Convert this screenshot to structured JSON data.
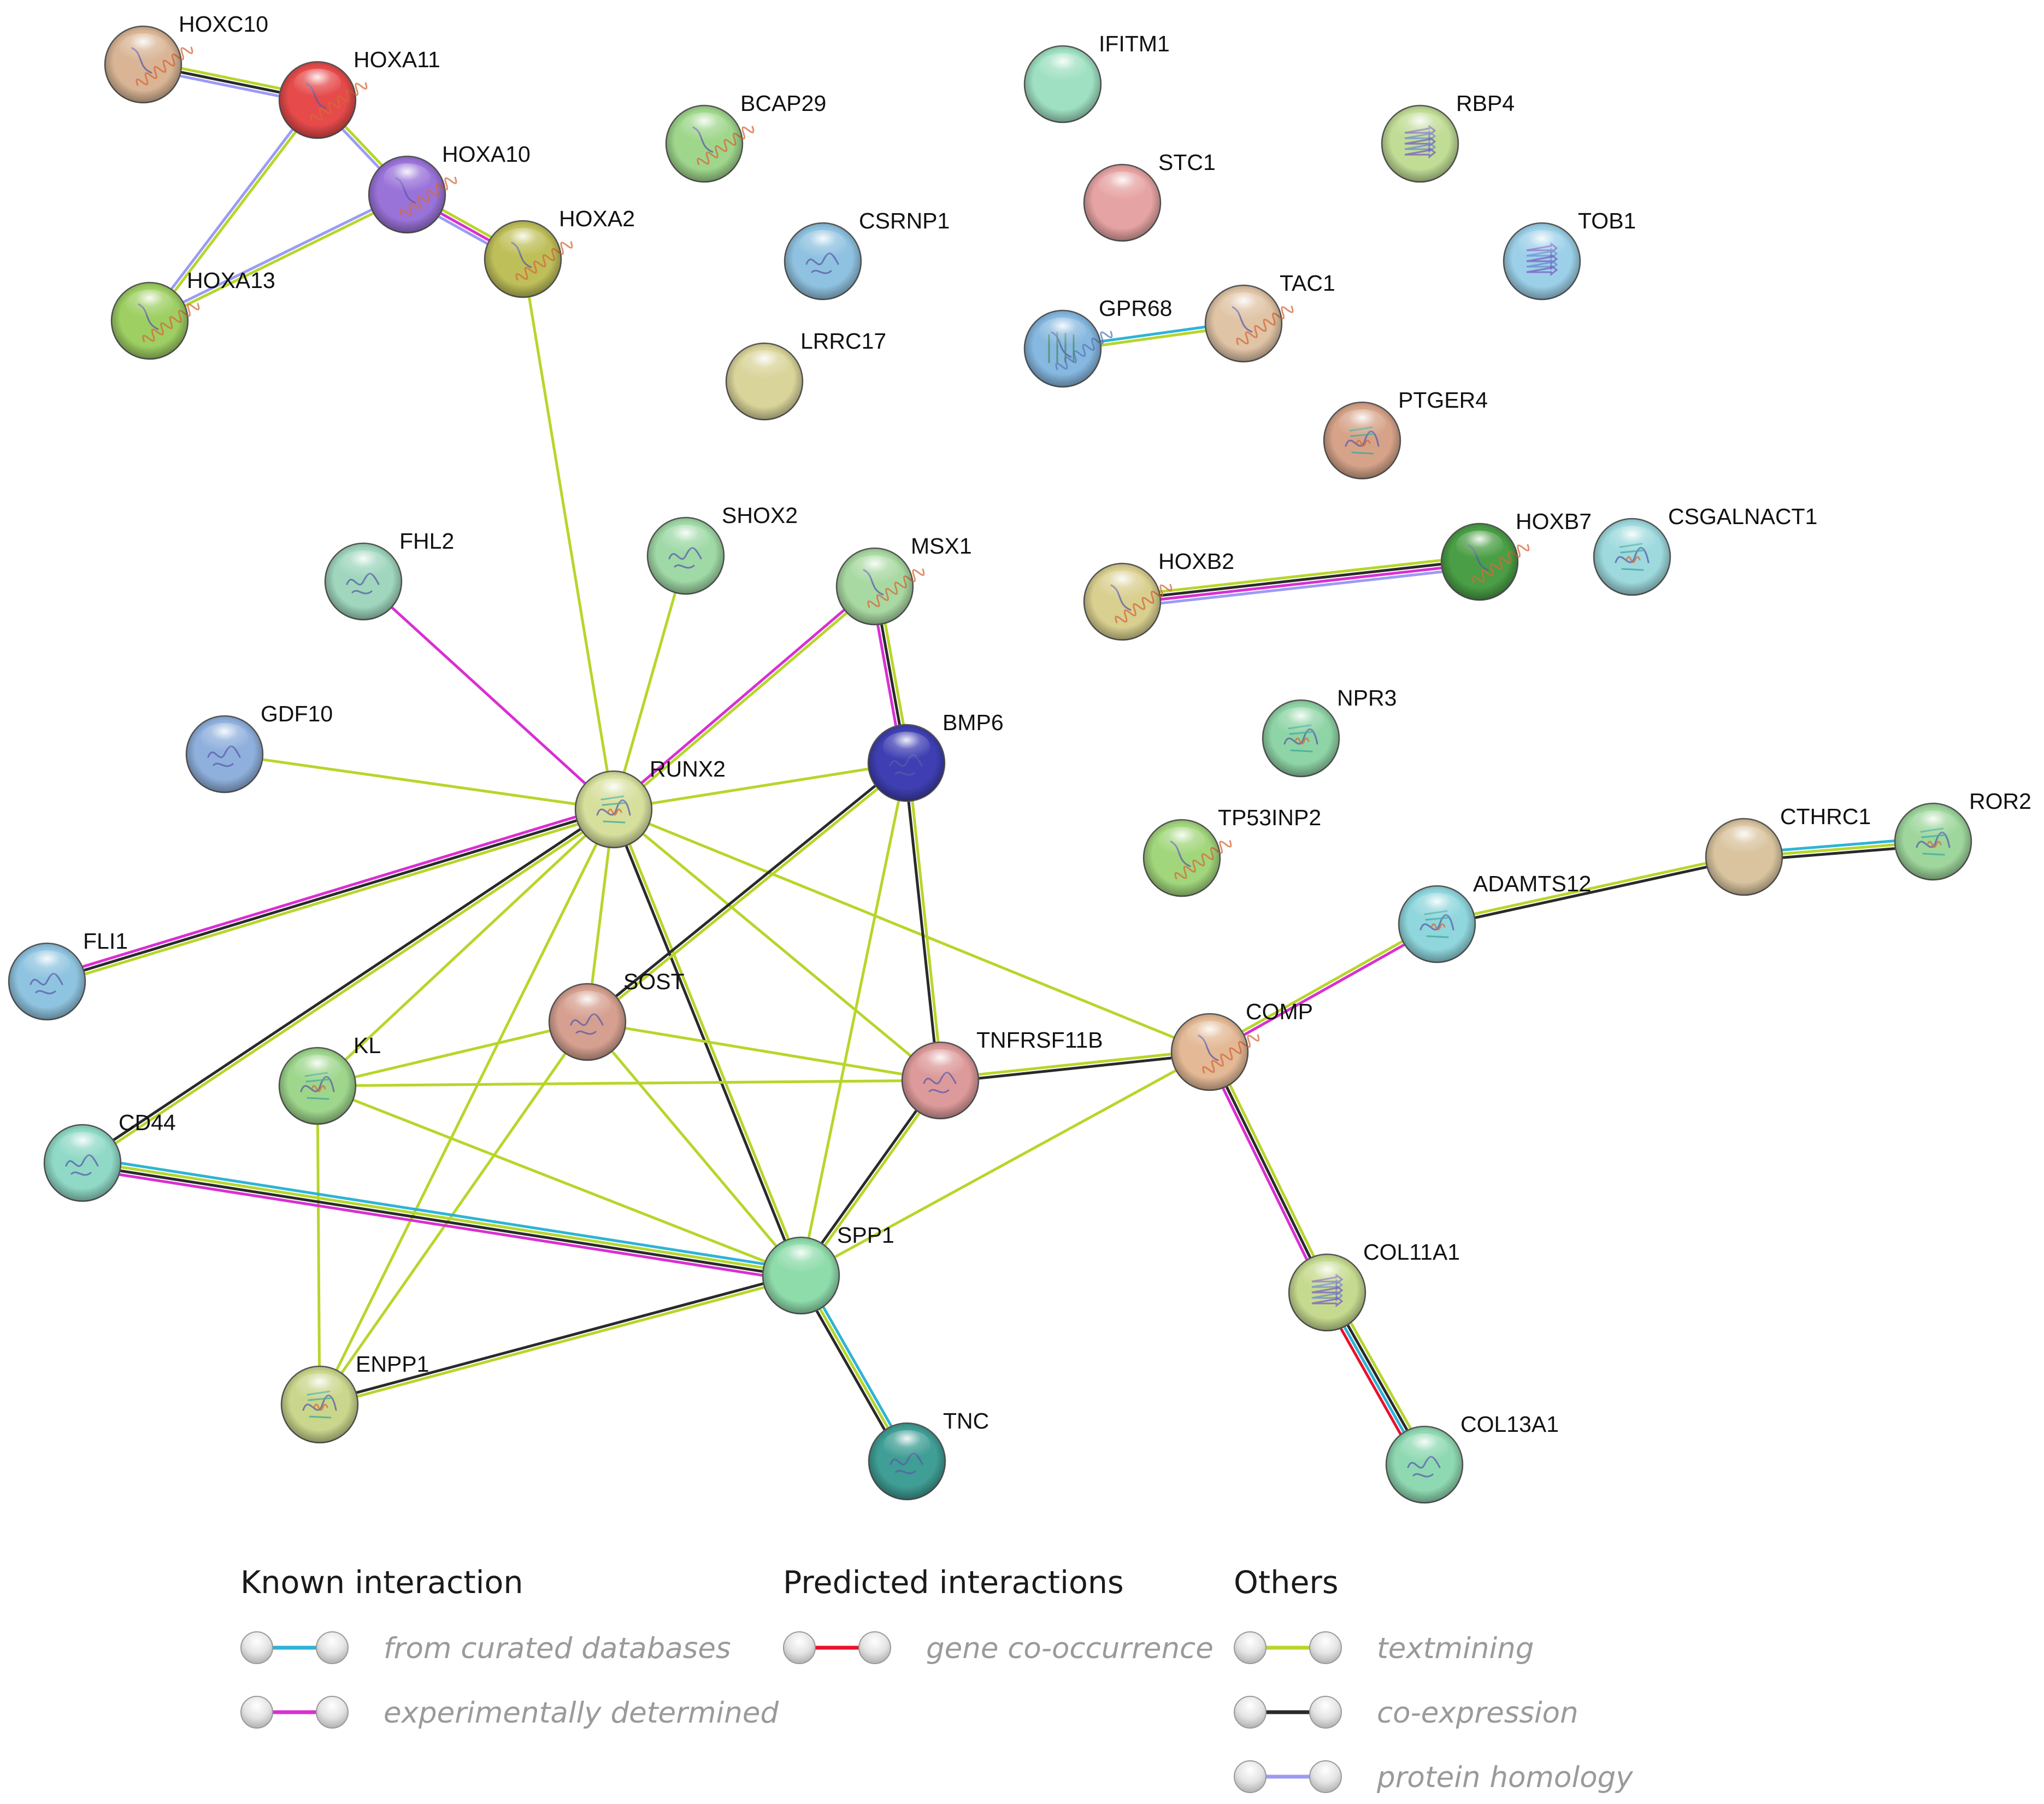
{
  "colors": {
    "curated": "#2eb3d6",
    "experimental": "#d92fd2",
    "cooccurrence": "#e8112d",
    "textmining": "#b6d62a",
    "coexpression": "#2a2a2a",
    "homology": "#9b9bf5"
  },
  "nodes": [
    {
      "id": "HOXC10",
      "label": "HOXC10",
      "color": "#d9b595",
      "icon": "helix-structure"
    },
    {
      "id": "HOXA11",
      "label": "HOXA11",
      "color": "#e64a4a",
      "icon": "helix-structure"
    },
    {
      "id": "HOXA10",
      "label": "HOXA10",
      "color": "#9a73d9",
      "icon": "helix-structure"
    },
    {
      "id": "HOXA2",
      "label": "HOXA2",
      "color": "#bfbf5a",
      "icon": "helix-structure"
    },
    {
      "id": "HOXA13",
      "label": "HOXA13",
      "color": "#9ecf63",
      "icon": "helix-structure"
    },
    {
      "id": "BCAP29",
      "label": "BCAP29",
      "color": "#9fd68c",
      "icon": "helix-structure"
    },
    {
      "id": "CSRNP1",
      "label": "CSRNP1",
      "color": "#8fc2e0",
      "icon": "coil-structure"
    },
    {
      "id": "LRRC17",
      "label": "LRRC17",
      "color": "#d9d49a",
      "icon": "empty"
    },
    {
      "id": "IFITM1",
      "label": "IFITM1",
      "color": "#9fe0c2",
      "icon": "empty"
    },
    {
      "id": "STC1",
      "label": "STC1",
      "color": "#e6a3a3",
      "icon": "empty"
    },
    {
      "id": "GPR68",
      "label": "GPR68",
      "color": "#86b8e0",
      "icon": "helix-bundle-structure"
    },
    {
      "id": "TAC1",
      "label": "TAC1",
      "color": "#e0c4a6",
      "icon": "helix-structure"
    },
    {
      "id": "RBP4",
      "label": "RBP4",
      "color": "#c0dc95",
      "icon": "barrel-structure"
    },
    {
      "id": "TOB1",
      "label": "TOB1",
      "color": "#9cd0e8",
      "icon": "sheet-structure"
    },
    {
      "id": "PTGER4",
      "label": "PTGER4",
      "color": "#d6a389",
      "icon": "mixed-structure"
    },
    {
      "id": "CSGALNACT1",
      "label": "CSGALNACT1",
      "color": "#9dd9dd",
      "icon": "mixed-structure"
    },
    {
      "id": "HOXB7",
      "label": "HOXB7",
      "color": "#4a9e45",
      "icon": "helix-structure"
    },
    {
      "id": "HOXB2",
      "label": "HOXB2",
      "color": "#d9cf8f",
      "icon": "helix-structure"
    },
    {
      "id": "NPR3",
      "label": "NPR3",
      "color": "#8fd4a6",
      "icon": "mixed-structure"
    },
    {
      "id": "TP53INP2",
      "label": "TP53INP2",
      "color": "#a2d67c",
      "icon": "helix-structure"
    },
    {
      "id": "FHL2",
      "label": "FHL2",
      "color": "#9fd6bd",
      "icon": "coil-structure"
    },
    {
      "id": "SHOX2",
      "label": "SHOX2",
      "color": "#9fd9a6",
      "icon": "coil-structure"
    },
    {
      "id": "MSX1",
      "label": "MSX1",
      "color": "#a9d9a2",
      "icon": "helix-structure"
    },
    {
      "id": "GDF10",
      "label": "GDF10",
      "color": "#8fb0dd",
      "icon": "coil-structure"
    },
    {
      "id": "RUNX2",
      "label": "RUNX2",
      "color": "#d6df9c",
      "icon": "mixed-structure"
    },
    {
      "id": "BMP6",
      "label": "BMP6",
      "color": "#3f3fb3",
      "icon": "coil-structure"
    },
    {
      "id": "FLI1",
      "label": "FLI1",
      "color": "#8fc4e0",
      "icon": "coil-structure"
    },
    {
      "id": "SOST",
      "label": "SOST",
      "color": "#d6a090",
      "icon": "coil-structure"
    },
    {
      "id": "TNFRSF11B",
      "label": "TNFRSF11B",
      "color": "#dd9a9a",
      "icon": "coil-structure"
    },
    {
      "id": "KL",
      "label": "KL",
      "color": "#9ed68c",
      "icon": "mixed-structure"
    },
    {
      "id": "CD44",
      "label": "CD44",
      "color": "#8fd9c6",
      "icon": "coil-structure"
    },
    {
      "id": "SPP1",
      "label": "SPP1",
      "color": "#8fdcab",
      "icon": "empty"
    },
    {
      "id": "ENPP1",
      "label": "ENPP1",
      "color": "#c9d68c",
      "icon": "mixed-structure"
    },
    {
      "id": "TNC",
      "label": "TNC",
      "color": "#3f9e95",
      "icon": "coil-structure"
    },
    {
      "id": "COMP",
      "label": "COMP",
      "color": "#e3b996",
      "icon": "helix-structure"
    },
    {
      "id": "ADAMTS12",
      "label": "ADAMTS12",
      "color": "#8fd6dd",
      "icon": "mixed-structure"
    },
    {
      "id": "CTHRC1",
      "label": "CTHRC1",
      "color": "#d9c49f",
      "icon": "empty"
    },
    {
      "id": "ROR2",
      "label": "ROR2",
      "color": "#9ed69c",
      "icon": "mixed-structure"
    },
    {
      "id": "COL11A1",
      "label": "COL11A1",
      "color": "#c6da8f",
      "icon": "sheet-structure"
    },
    {
      "id": "COL13A1",
      "label": "COL13A1",
      "color": "#8fd9b2",
      "icon": "coil-structure"
    }
  ],
  "edges": [
    {
      "source": "HOXC10",
      "target": "HOXA11",
      "evidence": [
        "textmining",
        "coexpression",
        "homology"
      ]
    },
    {
      "source": "HOXA11",
      "target": "HOXA10",
      "evidence": [
        "textmining",
        "homology"
      ]
    },
    {
      "source": "HOXA11",
      "target": "HOXA13",
      "evidence": [
        "textmining",
        "homology"
      ]
    },
    {
      "source": "HOXA10",
      "target": "HOXA13",
      "evidence": [
        "textmining",
        "homology"
      ]
    },
    {
      "source": "HOXA10",
      "target": "HOXA2",
      "evidence": [
        "textmining",
        "experimental",
        "homology"
      ]
    },
    {
      "source": "HOXA2",
      "target": "RUNX2",
      "evidence": [
        "textmining"
      ]
    },
    {
      "source": "GPR68",
      "target": "TAC1",
      "evidence": [
        "curated",
        "textmining"
      ]
    },
    {
      "source": "HOXB2",
      "target": "HOXB7",
      "evidence": [
        "textmining",
        "coexpression",
        "experimental",
        "homology"
      ]
    },
    {
      "source": "FHL2",
      "target": "RUNX2",
      "evidence": [
        "experimental"
      ]
    },
    {
      "source": "SHOX2",
      "target": "RUNX2",
      "evidence": [
        "textmining"
      ]
    },
    {
      "source": "MSX1",
      "target": "RUNX2",
      "evidence": [
        "textmining",
        "experimental"
      ]
    },
    {
      "source": "MSX1",
      "target": "BMP6",
      "evidence": [
        "textmining",
        "coexpression",
        "experimental"
      ]
    },
    {
      "source": "GDF10",
      "target": "RUNX2",
      "evidence": [
        "textmining"
      ]
    },
    {
      "source": "RUNX2",
      "target": "BMP6",
      "evidence": [
        "textmining"
      ]
    },
    {
      "source": "RUNX2",
      "target": "FLI1",
      "evidence": [
        "textmining",
        "coexpression",
        "experimental"
      ]
    },
    {
      "source": "RUNX2",
      "target": "CD44",
      "evidence": [
        "textmining",
        "coexpression"
      ]
    },
    {
      "source": "RUNX2",
      "target": "KL",
      "evidence": [
        "textmining"
      ]
    },
    {
      "source": "RUNX2",
      "target": "ENPP1",
      "evidence": [
        "textmining"
      ]
    },
    {
      "source": "RUNX2",
      "target": "SOST",
      "evidence": [
        "textmining"
      ]
    },
    {
      "source": "RUNX2",
      "target": "SPP1",
      "evidence": [
        "textmining",
        "coexpression"
      ]
    },
    {
      "source": "RUNX2",
      "target": "TNFRSF11B",
      "evidence": [
        "textmining"
      ]
    },
    {
      "source": "RUNX2",
      "target": "COMP",
      "evidence": [
        "textmining"
      ]
    },
    {
      "source": "BMP6",
      "target": "SOST",
      "evidence": [
        "textmining",
        "coexpression"
      ]
    },
    {
      "source": "BMP6",
      "target": "TNFRSF11B",
      "evidence": [
        "textmining",
        "coexpression"
      ]
    },
    {
      "source": "BMP6",
      "target": "SPP1",
      "evidence": [
        "textmining"
      ]
    },
    {
      "source": "SOST",
      "target": "KL",
      "evidence": [
        "textmining"
      ]
    },
    {
      "source": "SOST",
      "target": "TNFRSF11B",
      "evidence": [
        "textmining"
      ]
    },
    {
      "source": "SOST",
      "target": "SPP1",
      "evidence": [
        "textmining"
      ]
    },
    {
      "source": "SOST",
      "target": "ENPP1",
      "evidence": [
        "textmining"
      ]
    },
    {
      "source": "KL",
      "target": "TNFRSF11B",
      "evidence": [
        "textmining"
      ]
    },
    {
      "source": "KL",
      "target": "SPP1",
      "evidence": [
        "textmining"
      ]
    },
    {
      "source": "KL",
      "target": "ENPP1",
      "evidence": [
        "textmining"
      ]
    },
    {
      "source": "TNFRSF11B",
      "target": "SPP1",
      "evidence": [
        "textmining",
        "coexpression"
      ]
    },
    {
      "source": "TNFRSF11B",
      "target": "COMP",
      "evidence": [
        "textmining",
        "coexpression"
      ]
    },
    {
      "source": "CD44",
      "target": "SPP1",
      "evidence": [
        "curated",
        "textmining",
        "coexpression",
        "experimental"
      ]
    },
    {
      "source": "SPP1",
      "target": "ENPP1",
      "evidence": [
        "textmining",
        "coexpression"
      ]
    },
    {
      "source": "SPP1",
      "target": "TNC",
      "evidence": [
        "curated",
        "textmining",
        "coexpression"
      ]
    },
    {
      "source": "SPP1",
      "target": "COMP",
      "evidence": [
        "textmining"
      ]
    },
    {
      "source": "COMP",
      "target": "ADAMTS12",
      "evidence": [
        "textmining",
        "experimental"
      ]
    },
    {
      "source": "COMP",
      "target": "COL11A1",
      "evidence": [
        "textmining",
        "coexpression",
        "experimental"
      ]
    },
    {
      "source": "ADAMTS12",
      "target": "CTHRC1",
      "evidence": [
        "textmining",
        "coexpression"
      ]
    },
    {
      "source": "CTHRC1",
      "target": "ROR2",
      "evidence": [
        "curated",
        "textmining",
        "coexpression"
      ]
    },
    {
      "source": "COL11A1",
      "target": "COL13A1",
      "evidence": [
        "textmining",
        "coexpression",
        "curated",
        "cooccurrence"
      ]
    }
  ],
  "legend": {
    "groups": [
      {
        "heading": "Known interaction",
        "items": [
          {
            "type": "curated",
            "label": "from curated databases"
          },
          {
            "type": "experimental",
            "label": "experimentally determined"
          }
        ]
      },
      {
        "heading": "Predicted interactions",
        "items": [
          {
            "type": "cooccurrence",
            "label": "gene co-occurrence"
          }
        ]
      },
      {
        "heading": "Others",
        "items": [
          {
            "type": "textmining",
            "label": "textmining"
          },
          {
            "type": "coexpression",
            "label": "co-expression"
          },
          {
            "type": "homology",
            "label": "protein homology"
          }
        ]
      }
    ]
  }
}
